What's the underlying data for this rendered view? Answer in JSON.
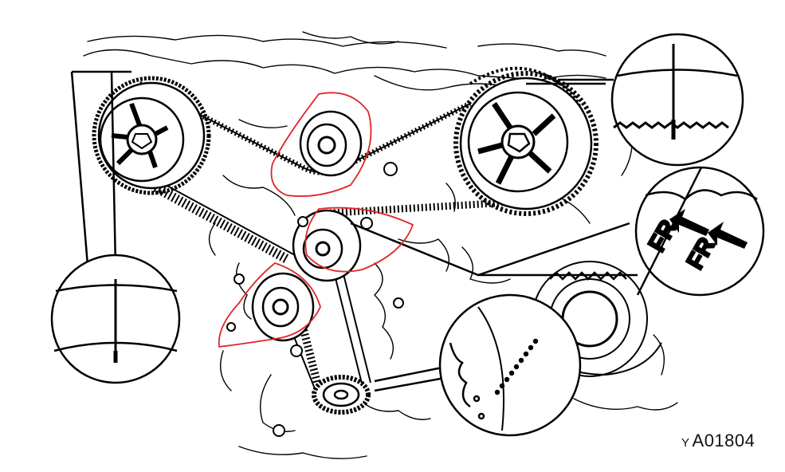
{
  "diagram": {
    "reference_code": "A01804",
    "reference_prefix": "Y",
    "front_label_1": "FR",
    "front_label_2": "FR"
  },
  "colors": {
    "line": "#000000",
    "highlight": "#e0262a",
    "background": "#ffffff"
  },
  "icons": [
    "timing-mark-callout",
    "front-arrow-icon",
    "pulley",
    "idler",
    "crank-sprocket"
  ]
}
